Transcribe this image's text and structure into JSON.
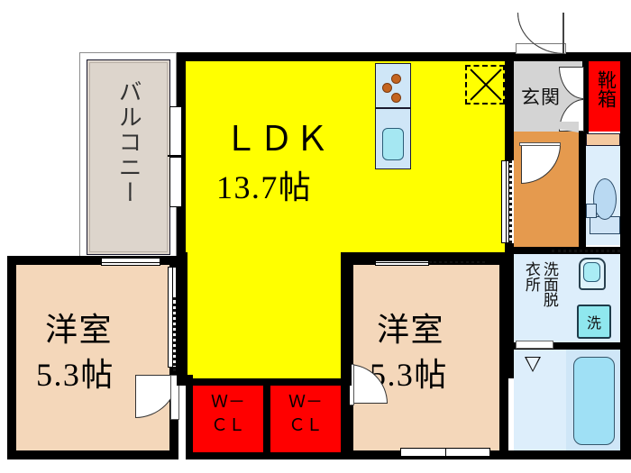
{
  "plan": {
    "type": "japanese-floor-plan",
    "title": "",
    "rooms": [
      {
        "id": "ldk",
        "name": "LDK",
        "area": "13.7帖",
        "color": "#ffff00"
      },
      {
        "id": "bedroom-left",
        "name": "洋室",
        "area": "5.3帖",
        "color": "#f4d7ba"
      },
      {
        "id": "bedroom-right",
        "name": "洋室",
        "area": "5.3帖",
        "color": "#f4d7ba"
      },
      {
        "id": "balcony",
        "name": "バルコニー",
        "area": "",
        "color": "#ddd5cc"
      },
      {
        "id": "entrance",
        "name": "玄関",
        "area": "",
        "color": "#d4d4d4"
      },
      {
        "id": "shoe-cabinet",
        "name": "靴箱",
        "area": "",
        "color": "#ff0000"
      },
      {
        "id": "washroom",
        "name": "洗面脱衣所",
        "area": "",
        "color": "#ddeefb"
      },
      {
        "id": "closet-1",
        "name": "W-CL",
        "area": "",
        "color": "#ff0000"
      },
      {
        "id": "closet-2",
        "name": "W-CL",
        "area": "",
        "color": "#ff0000"
      }
    ],
    "labels": {
      "ldk_name": "ＬＤＫ",
      "ldk_area": "13.7帖",
      "bedroom_left_name": "洋室",
      "bedroom_left_area": "5.3帖",
      "bedroom_right_name": "洋室",
      "bedroom_right_area": "5.3帖",
      "balcony": "バルコニー",
      "entrance": "玄関",
      "shoe_cabinet": "靴箱",
      "washroom_col_right": "洗面脱",
      "washroom_col_left": "衣所",
      "washing_machine": "洗",
      "closet_left_line1": "Ｗ－",
      "closet_left_line2": "ＣＬ",
      "closet_right_line1": "Ｗ－",
      "closet_right_line2": "ＣＬ"
    },
    "fixtures": [
      {
        "name": "kitchen-stove",
        "burners": 3
      },
      {
        "name": "kitchen-sink"
      },
      {
        "name": "toilet"
      },
      {
        "name": "washbasin"
      },
      {
        "name": "washing-machine-pan"
      },
      {
        "name": "bathtub"
      },
      {
        "name": "pipe-space"
      }
    ],
    "colors": {
      "wall": "#000000",
      "ldk": "#ffff00",
      "room": "#f4d7ba",
      "closet": "#ff0000",
      "balcony": "#ddd5cc",
      "corridor": "#e59a4e",
      "entrance": "#d4d4d4",
      "wet_area": "#ddeefb",
      "bath": "#cfe6f7"
    }
  }
}
